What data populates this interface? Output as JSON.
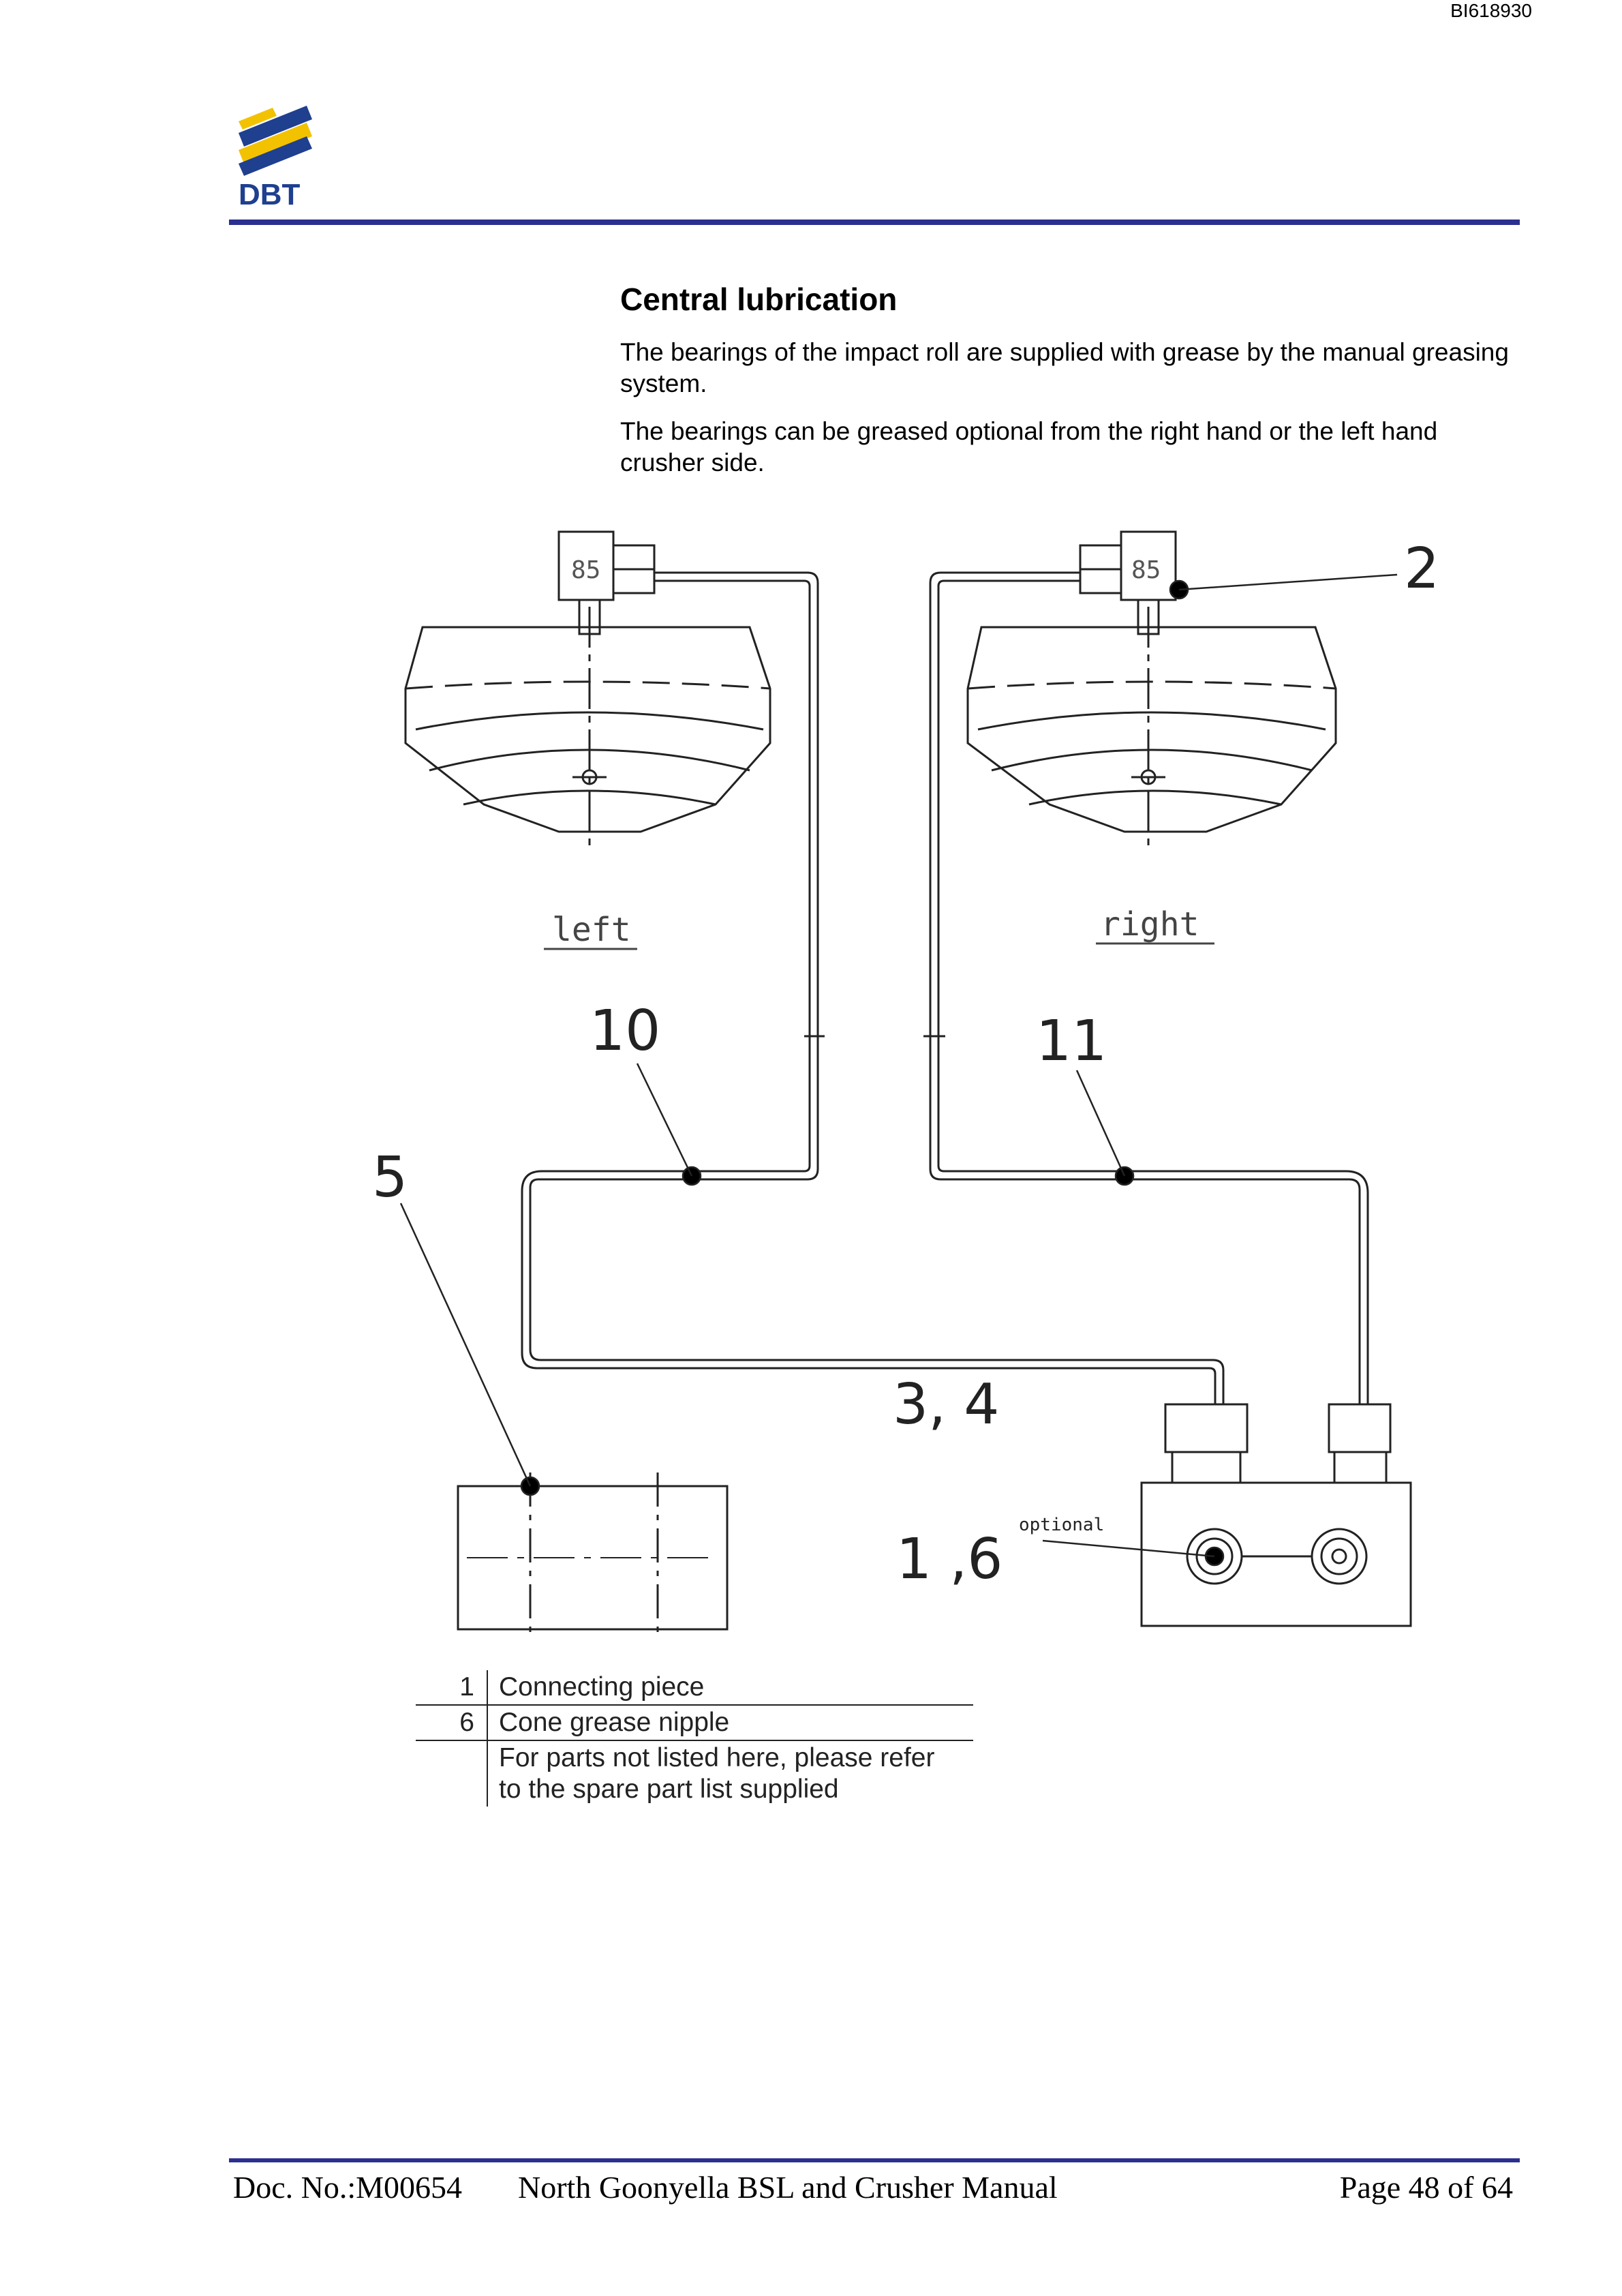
{
  "header": {
    "doc_id": "BI618930",
    "logo_text": "DBT"
  },
  "content": {
    "heading": "Central lubrication",
    "paragraphs": [
      "The bearings of the impact roll are supplied with grease by the manual greasing system.",
      "The bearings can be greased optional from the right hand or the left hand crusher side."
    ]
  },
  "diagram": {
    "bearing_labels": [
      "left",
      "right"
    ],
    "bearing_marks": [
      "85",
      "85"
    ],
    "callouts": [
      "2",
      "10",
      "11",
      "5",
      "3, 4",
      "1 ,6"
    ],
    "annotation": "optional"
  },
  "legend": {
    "rows": [
      {
        "num": "1",
        "desc": "Connecting piece"
      },
      {
        "num": "6",
        "desc": "Cone grease nipple"
      },
      {
        "num": "",
        "desc": "For parts not listed here, please refer to the spare part list supplied"
      }
    ]
  },
  "footer": {
    "doc_no": "Doc. No.:M00654",
    "title": "North Goonyella BSL and Crusher Manual",
    "page": "Page 48 of 64"
  },
  "colors": {
    "rule": "#2b2f8f",
    "logo_blue": "#1f3f8f",
    "logo_yellow": "#f2c200"
  }
}
